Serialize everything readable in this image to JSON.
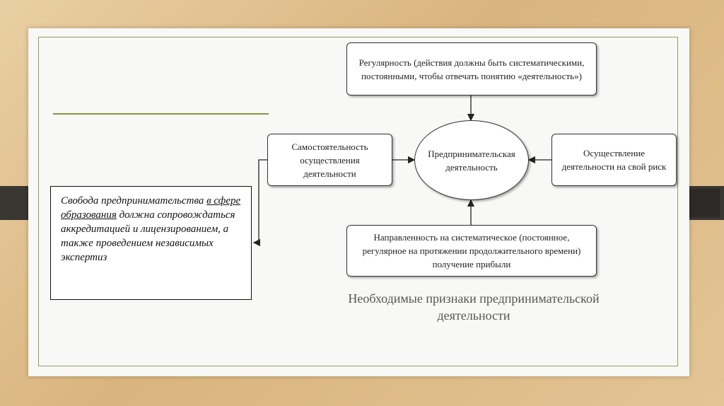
{
  "nodes": {
    "top": "Регулярность (действия должны быть систематическими, постоянными, чтобы отвечать понятию «деятельность»)",
    "center": "Предпринимательская деятельность",
    "left": "Самостоятельность осуществления деятельности",
    "right": "Осуществление деятельности на свой риск",
    "bottom": "Направленность на систематическое (постоянное, регулярное на протяжении продолжительного времени) получение прибыли"
  },
  "note": {
    "part1": "Свобода предпринимательства ",
    "part2": "в сфере образования",
    "part3": " должна сопровождаться аккредитацией и лицензированием, а также проведением независимых экспертиз"
  },
  "caption": "Необходимые признаки предпринимательской деятельности",
  "colors": {
    "accent": "#7d9a3c",
    "tab": "#3a3632"
  }
}
